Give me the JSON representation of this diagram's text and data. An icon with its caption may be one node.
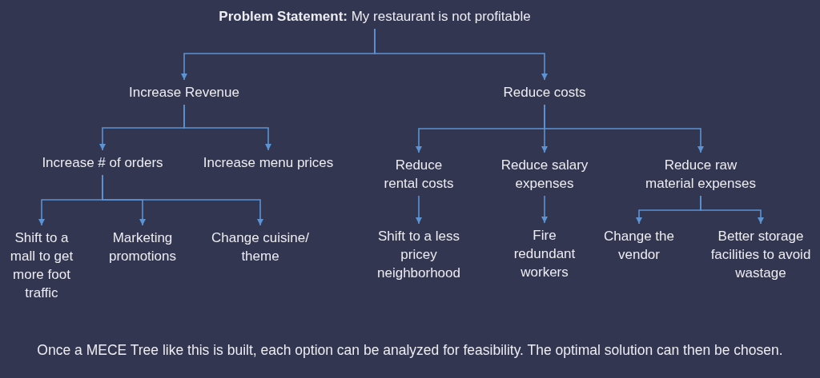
{
  "diagram": {
    "caption": "Once a MECE Tree like this is built, each option can be analyzed for feasibility. The optimal solution can then be chosen.",
    "nodes": [
      {
        "text": [
          "**Problem Statement:** My restaurant is not profitable"
        ]
      },
      {
        "text": [
          "Increase Revenue"
        ]
      },
      {
        "text": [
          "Reduce costs"
        ]
      },
      {
        "text": [
          "Increase # of orders"
        ]
      },
      {
        "text": [
          "Increase menu prices"
        ]
      },
      {
        "text": [
          "Reduce rental costs"
        ]
      },
      {
        "text": [
          "Reduce salary expenses"
        ]
      },
      {
        "text": [
          "Reduce raw material expenses"
        ]
      },
      {
        "text": [
          "Shift to a mall to get more foot traffic"
        ]
      },
      {
        "text": [
          "Marketing promotions"
        ]
      },
      {
        "text": [
          "Change cuisine/ theme"
        ]
      },
      {
        "text": [
          "Shift to a less pricey neighborhood"
        ]
      },
      {
        "text": [
          "Fire redundant workers"
        ]
      },
      {
        "text": [
          "Change the vendor"
        ]
      },
      {
        "text": [
          "Better storage facilities to avoid wastage"
        ]
      }
    ],
    "edges": [
      {
        "from": 0,
        "to": 1,
        "arrow": "to"
      },
      {
        "from": 0,
        "to": 2,
        "arrow": "to"
      },
      {
        "from": 1,
        "to": 3,
        "arrow": "to"
      },
      {
        "from": 1,
        "to": 4,
        "arrow": "to"
      },
      {
        "from": 2,
        "to": 5,
        "arrow": "to"
      },
      {
        "from": 2,
        "to": 6,
        "arrow": "to"
      },
      {
        "from": 2,
        "to": 7,
        "arrow": "to"
      },
      {
        "from": 3,
        "to": 8,
        "arrow": "to"
      },
      {
        "from": 3,
        "to": 9,
        "arrow": "to"
      },
      {
        "from": 3,
        "to": 10,
        "arrow": "to"
      },
      {
        "from": 5,
        "to": 11,
        "arrow": "to"
      },
      {
        "from": 6,
        "to": 12,
        "arrow": "to"
      },
      {
        "from": 7,
        "to": 13,
        "arrow": "to"
      },
      {
        "from": 7,
        "to": 14,
        "arrow": "to"
      }
    ]
  }
}
